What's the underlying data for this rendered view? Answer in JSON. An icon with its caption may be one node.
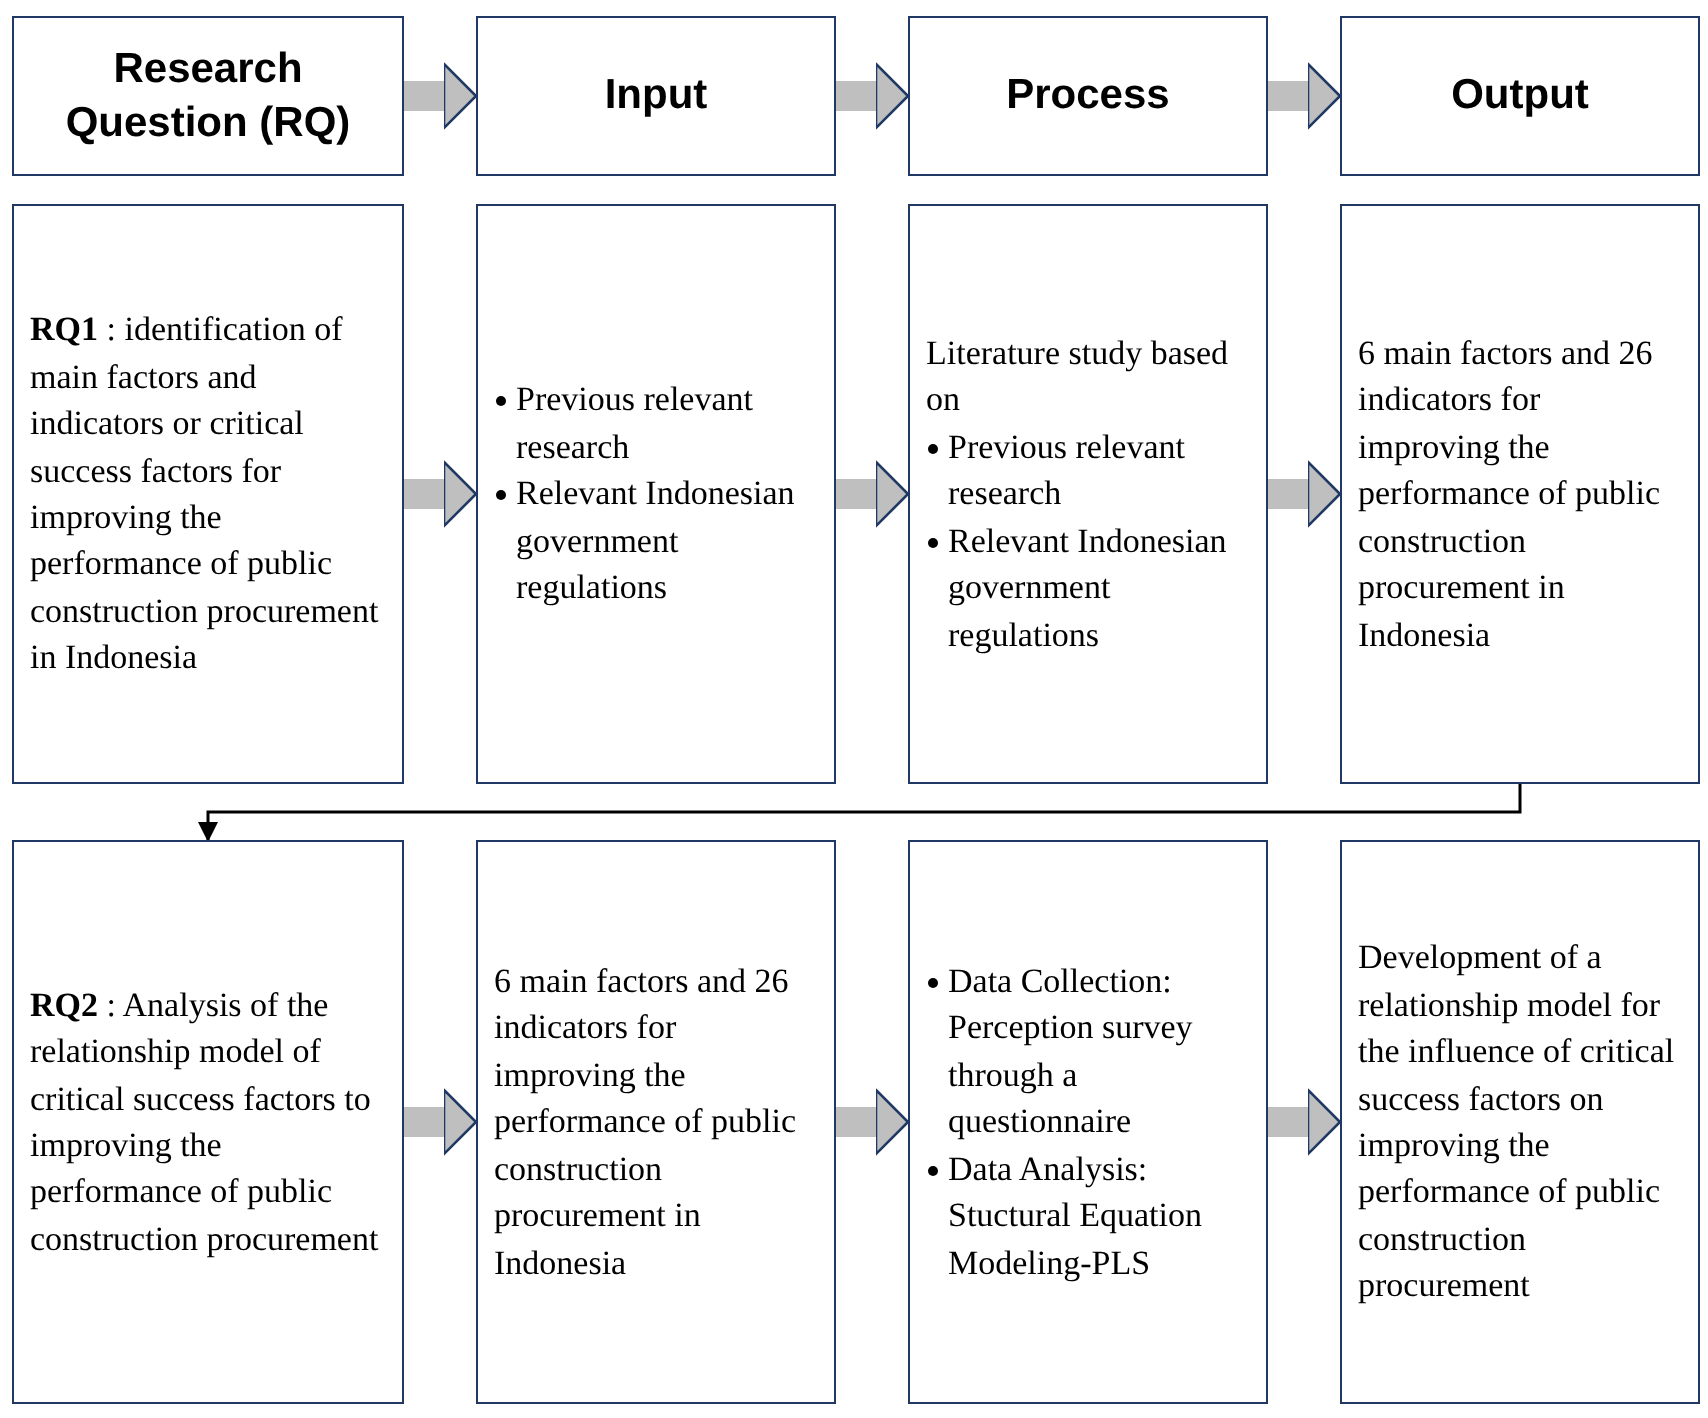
{
  "diagram": {
    "nodes": [
      {
        "text": [
          "Research Question (RQ)"
        ]
      },
      {
        "text": [
          "Input"
        ]
      },
      {
        "text": [
          "Process"
        ]
      },
      {
        "text": [
          "Output"
        ]
      },
      {
        "text": [
          "**RQ1** : identification of main factors and indicators or critical success factors for improving the performance of public construction procurement in Indonesia"
        ]
      },
      {
        "text": [
          "Previous relevant research",
          "Relevant Indonesian government regulations"
        ]
      },
      {
        "text": [
          "Literature study based on",
          "Previous relevant research",
          "Relevant Indonesian government regulations"
        ]
      },
      {
        "text": [
          "6 main factors and 26 indicators for improving the performance of public construction procurement in Indonesia"
        ]
      },
      {
        "text": [
          "**RQ2** : Analysis of the relationship model of critical success factors to improving the performance of public construction procurement"
        ]
      },
      {
        "text": [
          "6 main factors and 26 indicators for improving the performance of public construction procurement in Indonesia"
        ]
      },
      {
        "text": [
          "Data Collection: Perception survey through a questionnaire",
          "Data Analysis: Stuctural Equation Modeling-PLS"
        ]
      },
      {
        "text": [
          "Development of a relationship model for the influence of critical success factors on improving the performance of public construction procurement"
        ]
      }
    ],
    "edges": [
      {
        "from": 0,
        "to": 1,
        "arrow": "to"
      },
      {
        "from": 1,
        "to": 2,
        "arrow": "to"
      },
      {
        "from": 2,
        "to": 3,
        "arrow": "to"
      },
      {
        "from": 4,
        "to": 5,
        "arrow": "to"
      },
      {
        "from": 5,
        "to": 6,
        "arrow": "to"
      },
      {
        "from": 6,
        "to": 7,
        "arrow": "to"
      },
      {
        "from": 7,
        "to": 8,
        "arrow": "to",
        "color": "#000000"
      },
      {
        "from": 8,
        "to": 9,
        "arrow": "to"
      },
      {
        "from": 9,
        "to": 10,
        "arrow": "to"
      },
      {
        "from": 10,
        "to": 11,
        "arrow": "to"
      }
    ]
  }
}
